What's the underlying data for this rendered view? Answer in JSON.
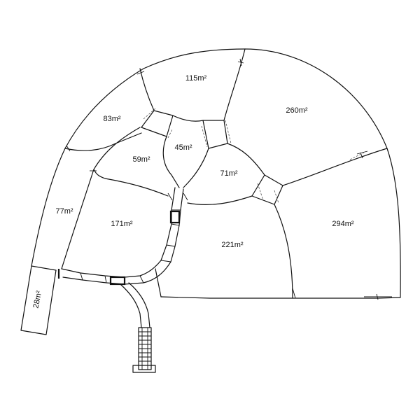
{
  "rooms": [
    {
      "id": "r115",
      "area": "115m²"
    },
    {
      "id": "r260",
      "area": "260m²"
    },
    {
      "id": "r83",
      "area": "83m²"
    },
    {
      "id": "r59",
      "area": "59m²"
    },
    {
      "id": "r45",
      "area": "45m²"
    },
    {
      "id": "r71",
      "area": "71m²"
    },
    {
      "id": "r77",
      "area": "77m²"
    },
    {
      "id": "r171",
      "area": "171m²"
    },
    {
      "id": "r221",
      "area": "221m²"
    },
    {
      "id": "r294",
      "area": "294m²"
    },
    {
      "id": "r28",
      "area": "28m²"
    }
  ]
}
